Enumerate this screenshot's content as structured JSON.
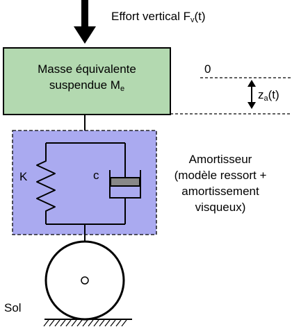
{
  "force": {
    "label": "Effort vertical F",
    "sub": "v",
    "suffix": "(t)"
  },
  "mass": {
    "line1": "Masse équivalente",
    "line2": "suspendue M",
    "sub": "e"
  },
  "reference": {
    "zero": "0",
    "z_label": "z",
    "z_sub": "a",
    "z_suffix": "(t)"
  },
  "spring": {
    "label": "K"
  },
  "damper": {
    "label": "c"
  },
  "shock_absorber": {
    "line1": "Amortisseur",
    "line2": "(modèle ressort +",
    "line3": "amortissement",
    "line4": "visqueux)"
  },
  "ground": {
    "label": "Sol"
  },
  "colors": {
    "mass_fill": "#b3d9b0",
    "absorber_fill": "#aaaaf0",
    "piston_fill": "#888888",
    "line": "#000000"
  }
}
